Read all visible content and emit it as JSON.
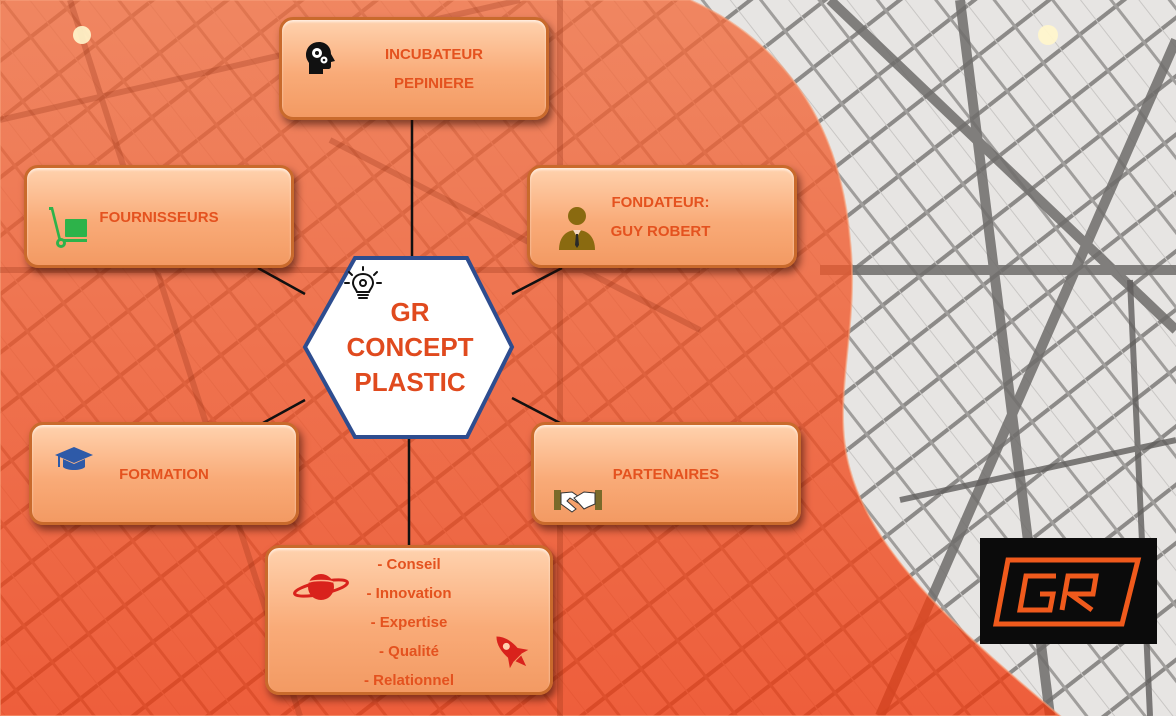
{
  "diagram": {
    "center": {
      "lines": [
        "GR",
        "CONCEPT",
        "PLASTIC"
      ],
      "icon": "lightbulb-gear-icon"
    },
    "nodes": {
      "incubateur": {
        "lines": [
          "INCUBATEUR",
          "PEPINIERE"
        ],
        "icon": "head-gears-icon"
      },
      "fournisseurs": {
        "lines": [
          "FOURNISSEURS"
        ],
        "icon": "hand-truck-icon"
      },
      "fondateur": {
        "lines": [
          "FONDATEUR:",
          "GUY ROBERT"
        ],
        "icon": "businessman-icon"
      },
      "formation": {
        "lines": [
          "FORMATION"
        ],
        "icon": "graduation-cap-icon"
      },
      "partenaires": {
        "lines": [
          "PARTENAIRES"
        ],
        "icon": "handshake-icon"
      },
      "valeurs": {
        "lines": [
          "- Conseil",
          "- Innovation",
          "- Expertise",
          "- Qualité",
          "- Relationnel"
        ],
        "icons": [
          "planet-icon",
          "rocket-icon"
        ]
      }
    }
  },
  "logo": {
    "name": "gr-logo",
    "text": "GR"
  },
  "colors": {
    "accent": "#f0461a",
    "box_text": "#e4521f",
    "hex_border": "#2e4d8f",
    "logo_bg": "#0b0b0b",
    "logo_stroke": "#f05a1c"
  }
}
